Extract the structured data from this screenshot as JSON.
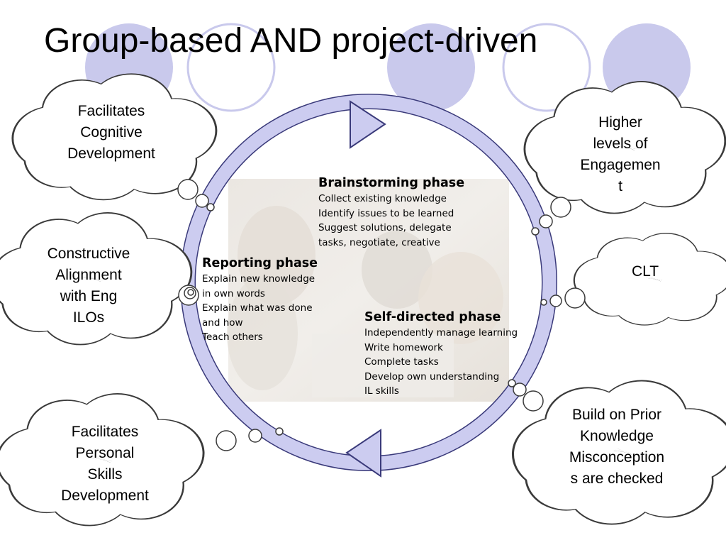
{
  "title": "Group-based AND project-driven",
  "colors": {
    "ring_fill": "#ccccf0",
    "ring_stroke": "#3a3a7a",
    "deco_circle": "#c9c9ec"
  },
  "clouds": {
    "cognitive": [
      "Facilitates",
      "Cognitive",
      "Development"
    ],
    "engagement": [
      "Higher",
      "levels of",
      "Engagemen",
      "t"
    ],
    "alignment": [
      "Constructive",
      "Alignment",
      "with Eng",
      "ILOs"
    ],
    "clt": [
      "CLT"
    ],
    "personal": [
      "Facilitates",
      "Personal",
      "Skills",
      "Development"
    ],
    "prior": [
      "Build on Prior",
      "Knowledge",
      "Misconception",
      "s are checked"
    ]
  },
  "phases": {
    "brainstorming": {
      "title": "Brainstorming phase",
      "lines": [
        "Collect existing knowledge",
        "Identify issues to be learned",
        "Suggest solutions, delegate",
        "tasks, negotiate, creative"
      ]
    },
    "reporting": {
      "title": "Reporting phase",
      "lines": [
        "Explain new knowledge",
        "in own words",
        "Explain what was done",
        "and how",
        "Teach others"
      ]
    },
    "self_directed": {
      "title": "Self-directed phase",
      "lines": [
        "Independently manage learning",
        "Write homework",
        "Complete tasks",
        "Develop own understanding",
        "IL skills"
      ]
    }
  }
}
